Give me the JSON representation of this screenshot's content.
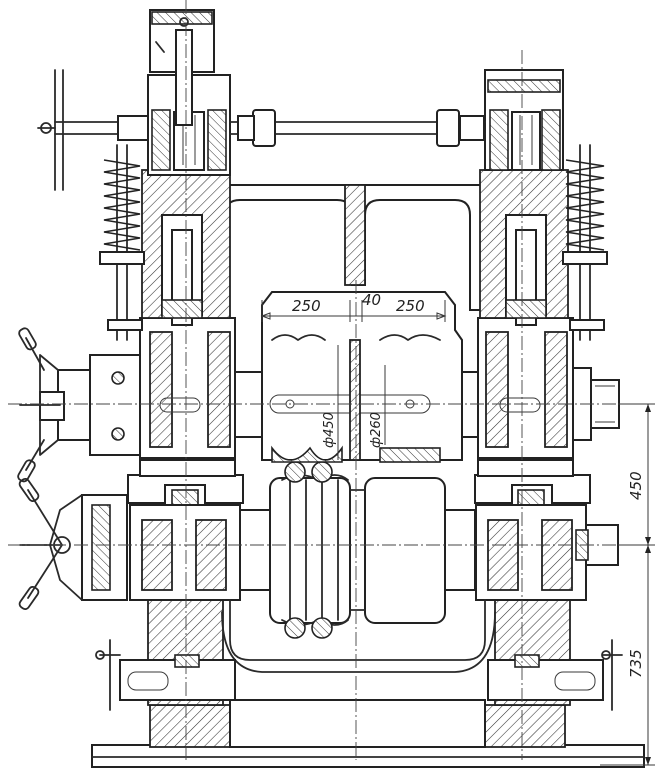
{
  "dimensions": {
    "roll_length_left": "250",
    "roll_gap": "40",
    "roll_length_right": "250",
    "roll_diameter_outer": "ф450",
    "roll_diameter_neck": "ф260",
    "center_distance": "450",
    "lower_roll_height": "735"
  },
  "colors": {
    "ink": "#222222",
    "paper": "#ffffff"
  }
}
